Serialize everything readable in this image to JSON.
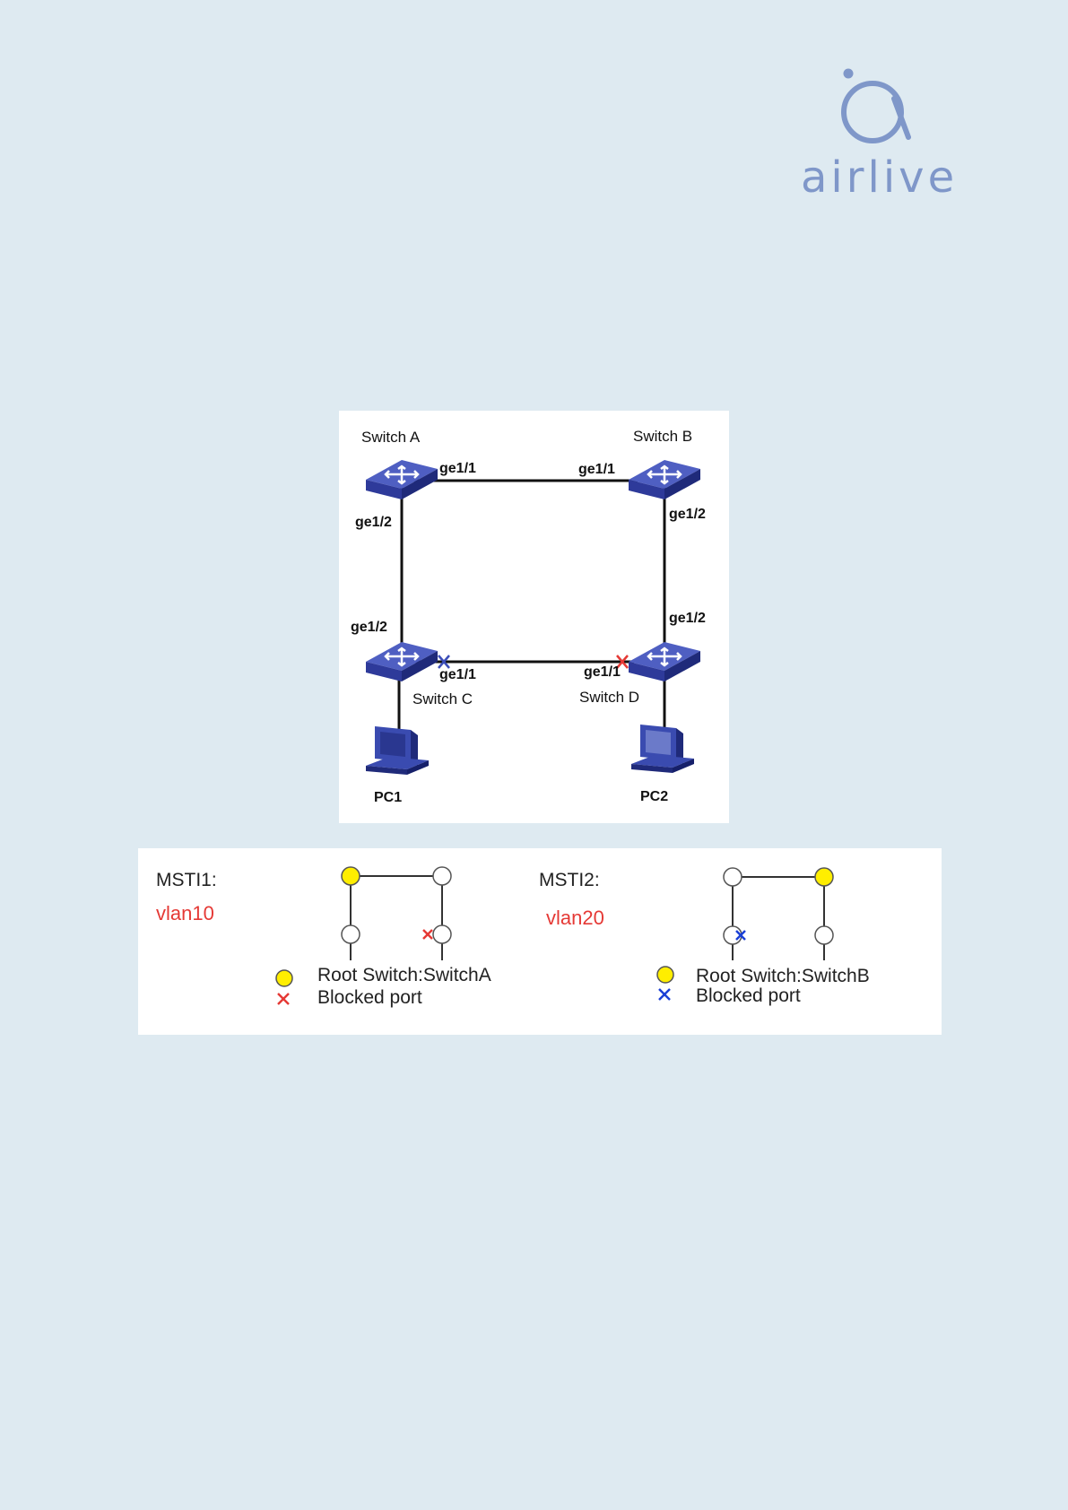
{
  "brand": {
    "logo_text": "airlive",
    "accent_color": "#7f97c9"
  },
  "topology": {
    "switches": [
      {
        "id": "A",
        "label": "Switch A"
      },
      {
        "id": "B",
        "label": "Switch B"
      },
      {
        "id": "C",
        "label": "Switch C"
      },
      {
        "id": "D",
        "label": "Switch D"
      }
    ],
    "pcs": [
      {
        "label": "PC1"
      },
      {
        "label": "PC2"
      }
    ],
    "ports": {
      "a_right": "ge1/1",
      "a_down": "ge1/2",
      "b_left": "ge1/1",
      "b_down": "ge1/2",
      "c_up": "ge1/2",
      "c_right": "ge1/1",
      "d_up": "ge1/2",
      "d_left": "ge1/1"
    },
    "links": [
      {
        "from": "A",
        "to": "B"
      },
      {
        "from": "A",
        "to": "C"
      },
      {
        "from": "B",
        "to": "D"
      },
      {
        "from": "C",
        "to": "D"
      },
      {
        "from": "C",
        "to": "PC1"
      },
      {
        "from": "D",
        "to": "PC2"
      }
    ],
    "blocked_markers": [
      {
        "switch": "C",
        "color": "#3b4db8"
      },
      {
        "switch": "D",
        "color": "#e53935"
      }
    ],
    "switch_color": "#2e3a9a"
  },
  "msti": [
    {
      "title": "MSTI1:",
      "vlan": "vlan10",
      "root_label": "Root Switch:SwitchA",
      "blocked_label": "Blocked port",
      "blocked_color": "#e53935",
      "root_color": "#ffee00"
    },
    {
      "title": "MSTI2:",
      "vlan": "vlan20",
      "root_label": "Root Switch:SwitchB",
      "blocked_label": "Blocked port",
      "blocked_color": "#1a3fd6",
      "root_color": "#ffee00"
    }
  ]
}
